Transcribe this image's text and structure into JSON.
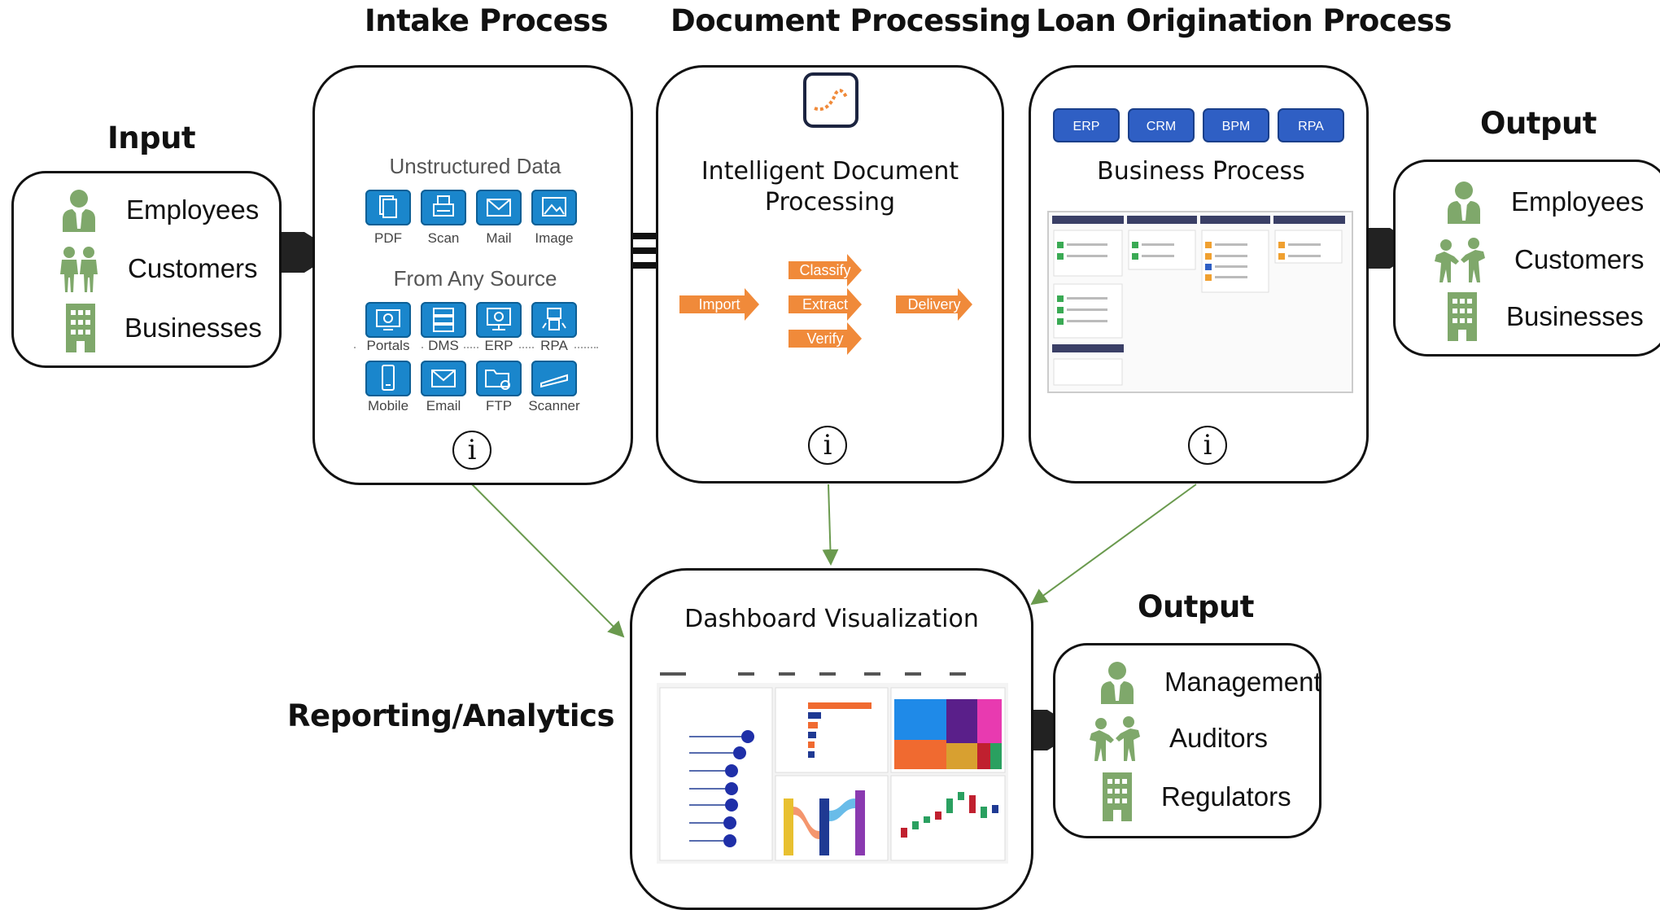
{
  "headings": {
    "input": "Input",
    "intake": "Intake Process",
    "document": "Document Processing",
    "loan": "Loan Origination Process",
    "output_top": "Output",
    "output_bottom": "Output",
    "reporting": "Reporting/Analytics"
  },
  "input": {
    "items": [
      {
        "label": "Employees",
        "icon": "employee-icon"
      },
      {
        "label": "Customers",
        "icon": "customers-icon"
      },
      {
        "label": "Businesses",
        "icon": "building-icon"
      }
    ]
  },
  "intake": {
    "unstructured_title": "Unstructured Data",
    "unstructured_items": [
      "PDF",
      "Scan",
      "Mail",
      "Image"
    ],
    "source_title": "From Any Source",
    "source_row1": [
      "Portals",
      "DMS",
      "ERP",
      "RPA"
    ],
    "source_row2": [
      "Mobile",
      "Email",
      "FTP",
      "Scanner"
    ],
    "info": "i"
  },
  "document": {
    "title_line1": "Intelligent Document",
    "title_line2": "Processing",
    "steps": {
      "import": "Import",
      "classify": "Classify",
      "extract": "Extract",
      "verify": "Verify",
      "delivery": "Delivery"
    },
    "info": "i"
  },
  "loan": {
    "systems": [
      "ERP",
      "CRM",
      "BPM",
      "RPA"
    ],
    "title": "Business Process",
    "info": "i"
  },
  "output_top": {
    "items": [
      {
        "label": "Employees",
        "icon": "employee-icon"
      },
      {
        "label": "Customers",
        "icon": "customers-icon"
      },
      {
        "label": "Businesses",
        "icon": "building-icon"
      }
    ]
  },
  "dashboard": {
    "title": "Dashboard Visualization"
  },
  "output_bottom": {
    "items": [
      {
        "label": "Management",
        "icon": "employee-icon"
      },
      {
        "label": "Auditors",
        "icon": "customers-icon"
      },
      {
        "label": "Regulators",
        "icon": "building-icon"
      }
    ]
  },
  "colors": {
    "icon_green": "#7fa86b",
    "tile_blue": "#1a86cc",
    "step_orange": "#f08a3a",
    "pill_blue": "#2f5fc4",
    "connector_green": "#6a9a4e"
  }
}
